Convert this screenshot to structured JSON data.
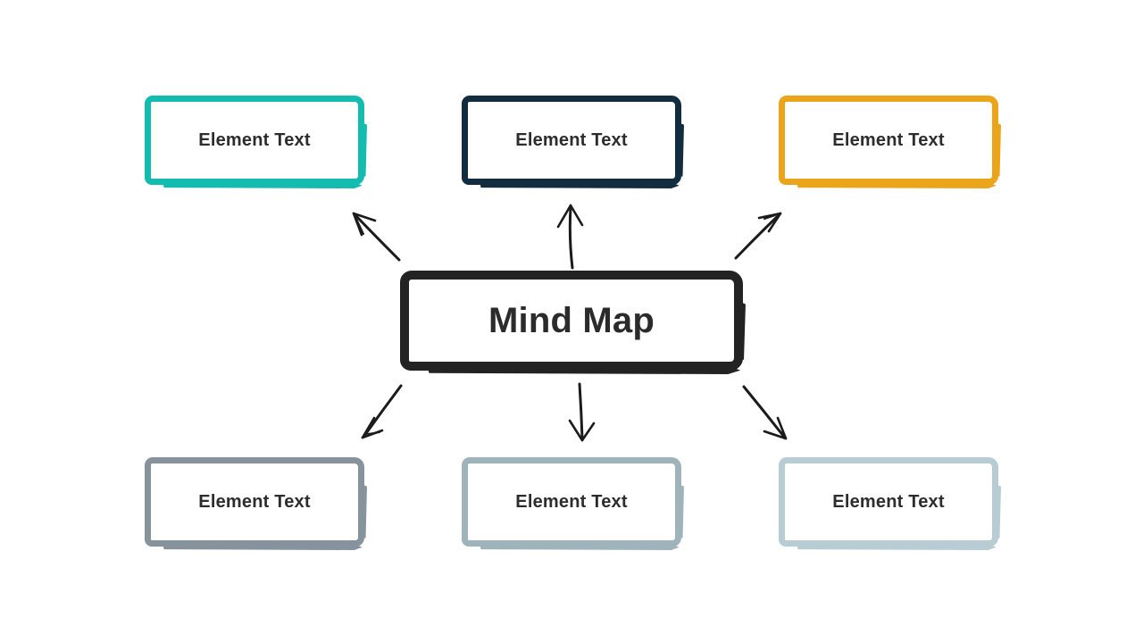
{
  "diagram": {
    "title": "Mind Map",
    "background_color": "#ffffff",
    "arrow_color": "#1b1b1b",
    "text_color": "#2d2d2d",
    "center_node": {
      "label": "Mind Map",
      "border_color": "#232323"
    },
    "nodes": [
      {
        "id": "top-left",
        "label": "Element Text",
        "border_color": "#14bcb0"
      },
      {
        "id": "top-center",
        "label": "Element Text",
        "border_color": "#122c40"
      },
      {
        "id": "top-right",
        "label": "Element Text",
        "border_color": "#eba51b"
      },
      {
        "id": "bottom-left",
        "label": "Element Text",
        "border_color": "#86929c"
      },
      {
        "id": "bottom-center",
        "label": "Element Text",
        "border_color": "#9fb3ba"
      },
      {
        "id": "bottom-right",
        "label": "Element Text",
        "border_color": "#b7ccd3"
      }
    ],
    "arrows": [
      {
        "id": "arrow-up-left",
        "direction": "up-left"
      },
      {
        "id": "arrow-up",
        "direction": "up"
      },
      {
        "id": "arrow-up-right",
        "direction": "up-right"
      },
      {
        "id": "arrow-down-left",
        "direction": "down-left"
      },
      {
        "id": "arrow-down",
        "direction": "down"
      },
      {
        "id": "arrow-down-right",
        "direction": "down-right"
      }
    ]
  }
}
